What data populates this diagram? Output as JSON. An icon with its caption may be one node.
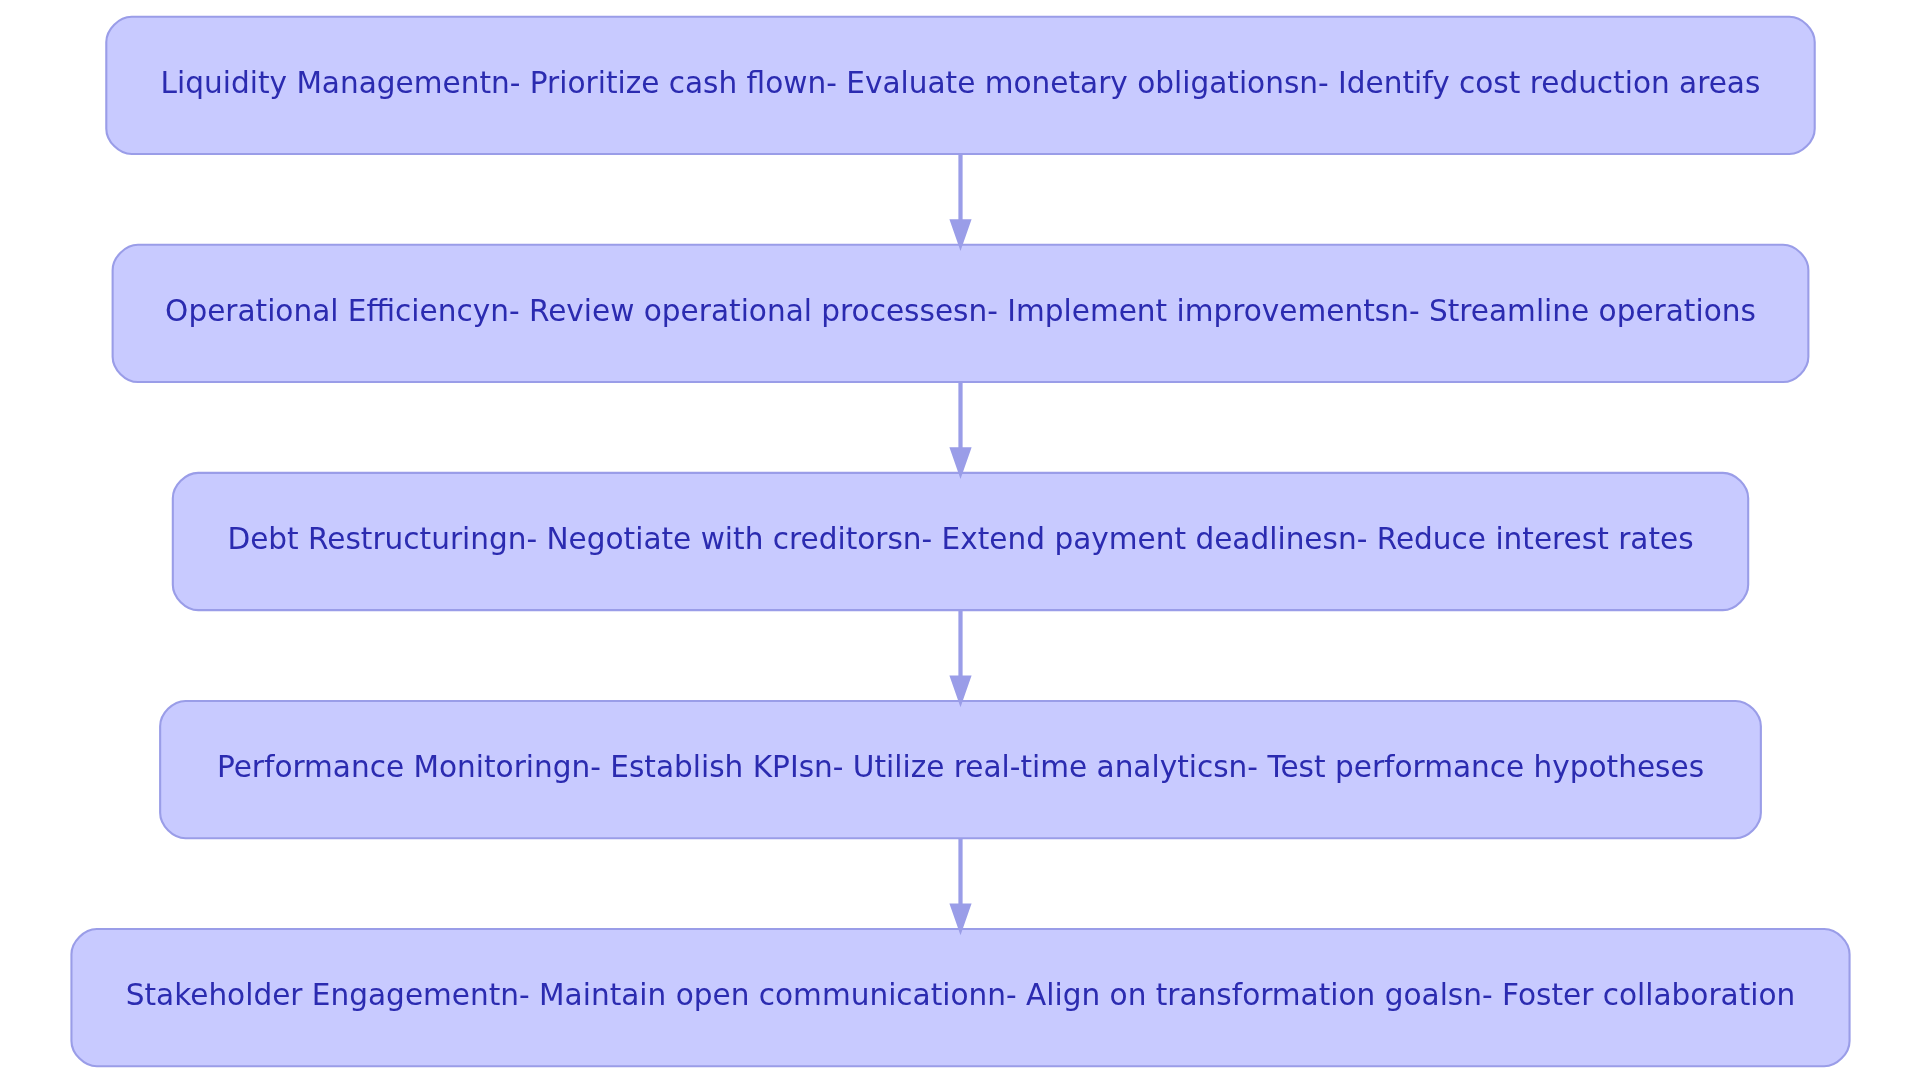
{
  "diagram": {
    "nodes": [
      {
        "text": [
          "Liquidity Managementn- Prioritize cash flown- Evaluate monetary obligationsn- Identify cost reduction areas"
        ]
      },
      {
        "text": [
          "Operational Efficiencyn- Review operational processesn- Implement improvementsn- Streamline operations"
        ]
      },
      {
        "text": [
          "Debt Restructuringn- Negotiate with creditorsn- Extend payment deadlinesn- Reduce interest rates"
        ]
      },
      {
        "text": [
          "Performance Monitoringn- Establish KPIsn- Utilize real-time analyticsn- Test performance hypotheses"
        ]
      },
      {
        "text": [
          "Stakeholder Engagementn- Maintain open communicationn- Align on transformation goalsn- Foster collaboration"
        ]
      }
    ],
    "edges": [
      {
        "from": 0,
        "to": 1,
        "arrow": "to"
      },
      {
        "from": 1,
        "to": 2,
        "arrow": "to"
      },
      {
        "from": 2,
        "to": 3,
        "arrow": "to"
      },
      {
        "from": 3,
        "to": 4,
        "arrow": "to"
      }
    ]
  }
}
